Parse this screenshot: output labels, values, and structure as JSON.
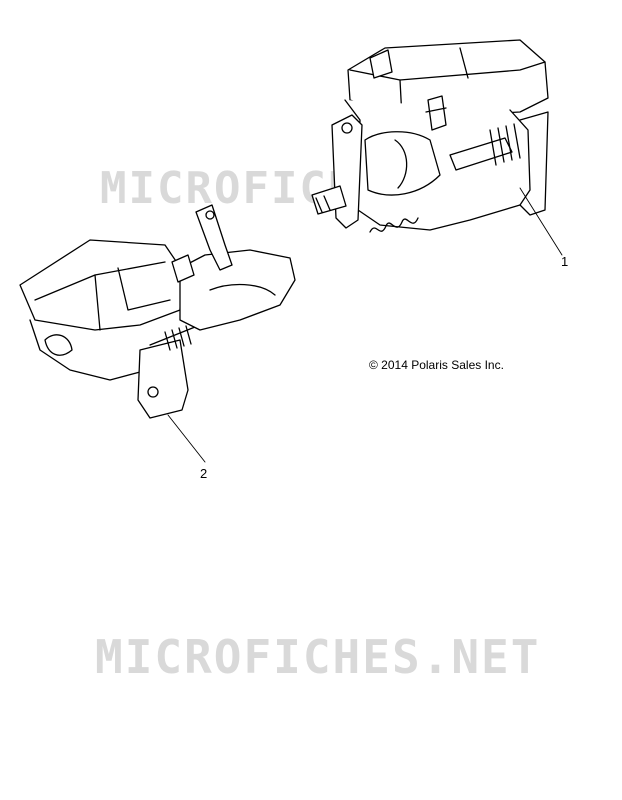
{
  "watermark": {
    "top": "MICROFICHES.NET",
    "bottom": "MICROFICHES.NET"
  },
  "callouts": {
    "part_1": "1",
    "part_2": "2"
  },
  "copyright": "© 2014 Polaris Sales Inc."
}
